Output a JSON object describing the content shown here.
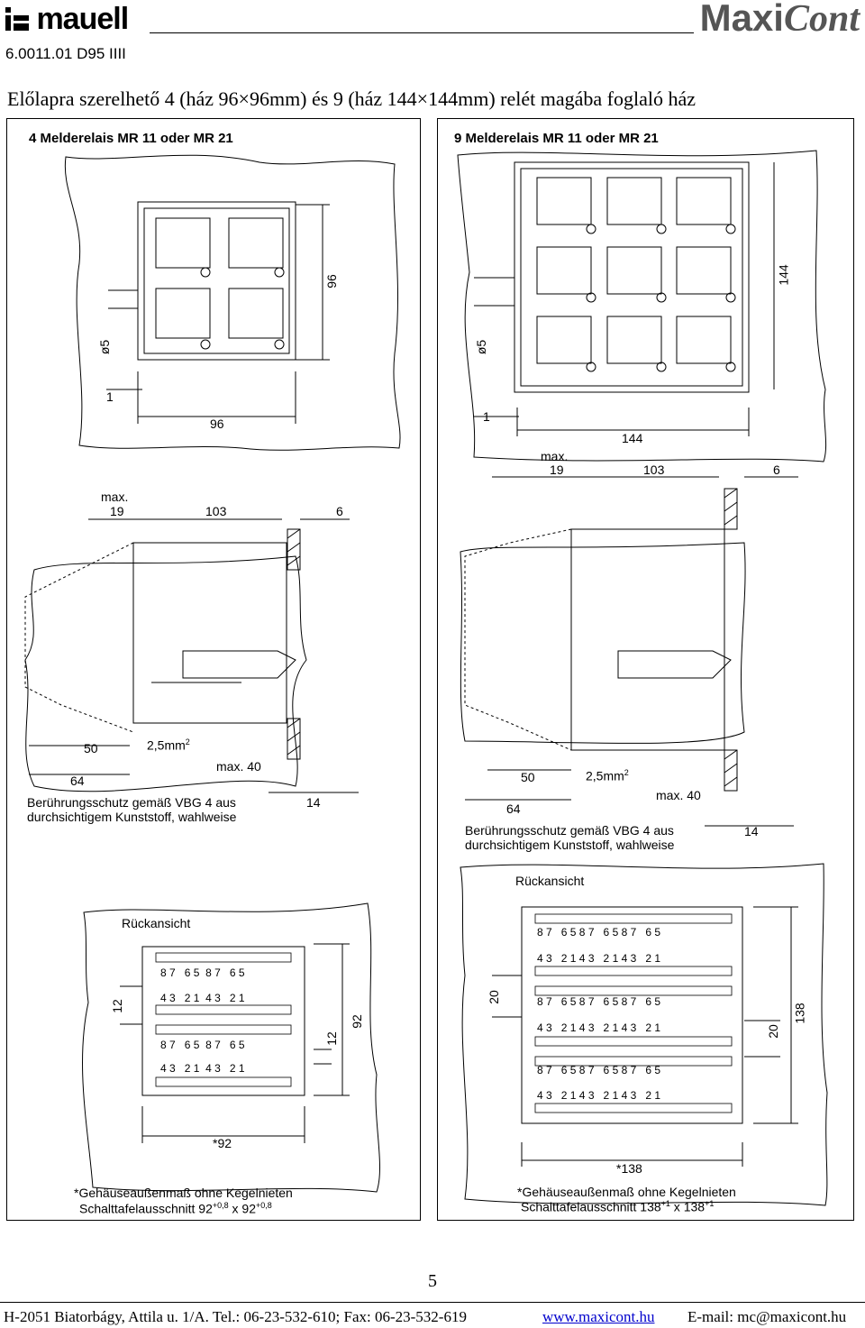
{
  "header": {
    "logo_left": "mauell",
    "logo_right_main": "Maxi",
    "logo_right_script": "Cont",
    "doc_code": "6.0011.01 D95 IIII"
  },
  "title": "Előlapra szerelhető 4 (ház 96×96mm) és 9 (ház 144×144mm) relét magába foglaló ház",
  "left_panel": {
    "title": "4 Melderelais MR 11 oder MR 21",
    "front": {
      "dim_96_h": "96",
      "dim_96_w": "96",
      "dim_d5": "ø5",
      "dim_1": "1"
    },
    "side": {
      "max": "max.",
      "dim_19": "19",
      "dim_103": "103",
      "dim_6": "6",
      "dim_50": "50",
      "dim_64": "64",
      "dim_wire": "2,5mm",
      "dim_wire_sup": "2",
      "dim_max40": "max. 40",
      "dim_14": "14",
      "note_line1": "Berührungsschutz gemäß VBG 4 aus",
      "note_line2": "durchsichtigem Kunststoff, wahlweise"
    },
    "rear": {
      "label": "Rückansicht",
      "dim_12a": "12",
      "dim_12b": "12",
      "dim_92": "92",
      "dim_w": "*92",
      "note1": "*Gehäuseaußenmaß ohne Kegelnieten",
      "note2_pre": "Schalttafelausschnitt 92",
      "note2_sup1": "+0,8",
      "note2_mid": " x 92",
      "note2_sup2": "+0,8"
    }
  },
  "right_panel": {
    "title": "9 Melderelais MR 11 oder MR 21",
    "front": {
      "dim_144_h": "144",
      "dim_144_w": "144",
      "dim_d5": "ø5",
      "dim_1": "1"
    },
    "side": {
      "max": "max.",
      "dim_19": "19",
      "dim_103": "103",
      "dim_6": "6",
      "dim_50": "50",
      "dim_64": "64",
      "dim_wire": "2,5mm",
      "dim_wire_sup": "2",
      "dim_max40": "max. 40",
      "dim_14": "14",
      "note_line1": "Berührungsschutz gemäß VBG 4 aus",
      "note_line2": "durchsichtigem Kunststoff, wahlweise"
    },
    "rear": {
      "label": "Rückansicht",
      "dim_20a": "20",
      "dim_20b": "20",
      "dim_138": "138",
      "dim_w": "*138",
      "note1": "*Gehäuseaußenmaß ohne Kegelnieten",
      "note2_pre": "Schalttafelausschnitt 138",
      "note2_sup1": "+1",
      "note2_mid": " x 138",
      "note2_sup2": "+1"
    }
  },
  "terminal_labels": {
    "top_row": [
      "8",
      "7",
      "6",
      "5"
    ],
    "bottom_row": [
      "4",
      "3",
      "2",
      "1"
    ]
  },
  "page_number": "5",
  "footer": {
    "address": "H-2051 Biatorbágy, Attila u. 1/A.  Tel.: 06-23-532-610;  Fax: 06-23-532-619",
    "website": "www.maxicont.hu",
    "email": "E-mail: mc@maxicont.hu"
  }
}
